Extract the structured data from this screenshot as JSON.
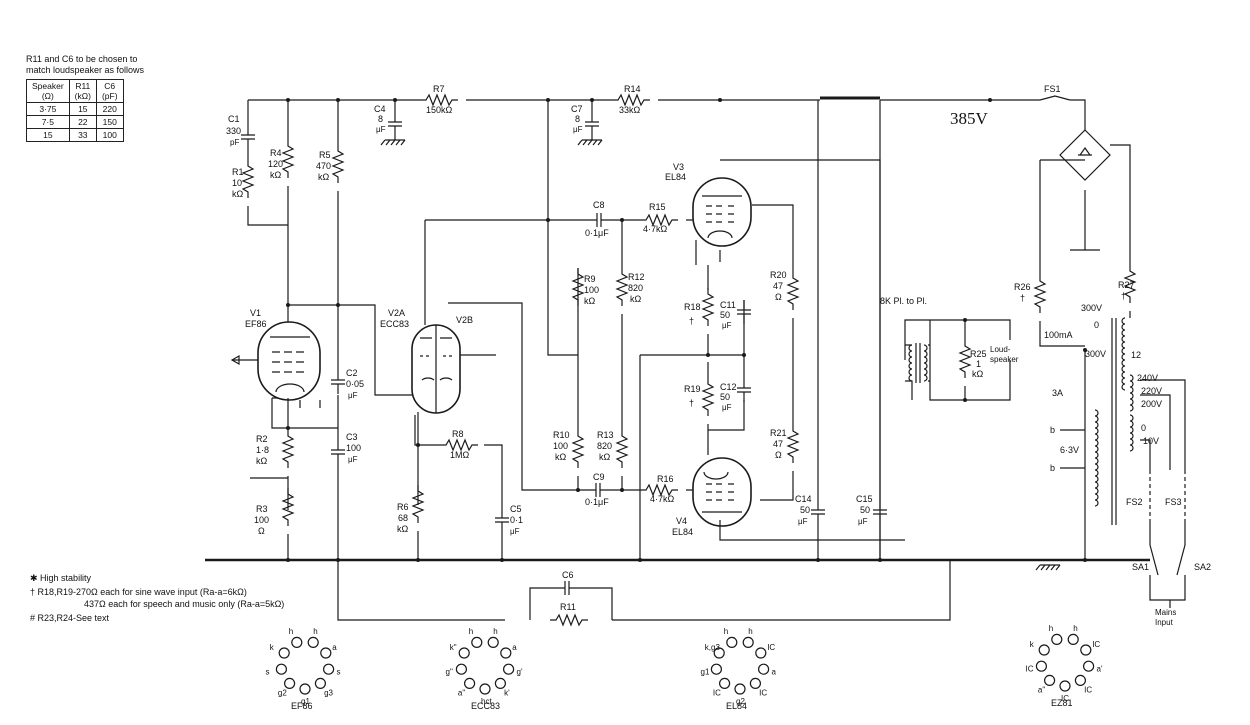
{
  "table": {
    "note": "R11 and C6 to be chosen to\nmatch loudspeaker as follows",
    "headers": [
      "Speaker\n(Ω)",
      "R11\n(kΩ)",
      "C6\n(pF)"
    ],
    "rows": [
      [
        "3·75",
        "15",
        "220"
      ],
      [
        "7·5",
        "22",
        "150"
      ],
      [
        "15",
        "33",
        "100"
      ]
    ]
  },
  "footnotes": {
    "high_stability": "✱ High stability",
    "dagger_line1": "† R18,R19-270Ω each for sine wave input (Ra-a=6kΩ)",
    "dagger_line2": "437Ω each for speech and music only (Ra-a=5kΩ)",
    "hash_note": "# R23,R24-See text"
  },
  "voltage_label": "385V",
  "tubes": {
    "V1": {
      "name": "V1",
      "type": "EF86"
    },
    "V2A": {
      "name": "V2A",
      "type": "ECC83"
    },
    "V2B": {
      "name": "V2B"
    },
    "V3": {
      "name": "V3",
      "type": "EL84"
    },
    "V4": {
      "name": "V4",
      "type": "EL84"
    }
  },
  "components": {
    "C1": [
      "C1",
      "330",
      "pF"
    ],
    "R1": [
      "R1",
      "10",
      "kΩ"
    ],
    "R4": [
      "R4",
      "120",
      "kΩ"
    ],
    "R5": [
      "R5",
      "470",
      "kΩ"
    ],
    "C4": [
      "C4",
      "8",
      "μF"
    ],
    "R7": [
      "R7",
      "150kΩ"
    ],
    "C7": [
      "C7",
      "8",
      "μF"
    ],
    "R14": [
      "R14",
      "33kΩ"
    ],
    "FS1": [
      "FS1"
    ],
    "C2": [
      "C2",
      "0·05",
      "μF"
    ],
    "C3": [
      "C3",
      "100",
      "μF"
    ],
    "R2": [
      "R2",
      "1·8",
      "kΩ"
    ],
    "R3": [
      "R3",
      "100",
      "Ω"
    ],
    "R8": [
      "R8",
      "1MΩ"
    ],
    "R6": [
      "R6",
      "68",
      "kΩ"
    ],
    "C5": [
      "C5",
      "0·1",
      "μF"
    ],
    "C8": [
      "C8",
      "0·1μF"
    ],
    "R15": [
      "R15",
      "4·7kΩ"
    ],
    "R9": [
      "R9",
      "100",
      "kΩ"
    ],
    "R12": [
      "R12",
      "820",
      "kΩ"
    ],
    "R10": [
      "R10",
      "100",
      "kΩ"
    ],
    "R13": [
      "R13",
      "820",
      "kΩ"
    ],
    "C9": [
      "C9",
      "0·1μF"
    ],
    "R16": [
      "R16",
      "4·7kΩ"
    ],
    "R18": [
      "R18",
      "†"
    ],
    "C11": [
      "C11",
      "50",
      "μF"
    ],
    "R19": [
      "R19",
      "†"
    ],
    "C12": [
      "C12",
      "50",
      "μF"
    ],
    "R20": [
      "R20",
      "47",
      "Ω"
    ],
    "R21": [
      "R21",
      "47",
      "Ω"
    ],
    "C14": [
      "C14",
      "50",
      "μF"
    ],
    "C15": [
      "C15",
      "50",
      "μF"
    ],
    "R25": [
      "R25",
      "1",
      "kΩ"
    ],
    "R26": [
      "R26",
      "†"
    ],
    "R27": [
      "R27",
      "†"
    ],
    "C6": [
      "C6"
    ],
    "R11": [
      "R11"
    ]
  },
  "transformer_labels": {
    "opt": "8K Pl. to Pl.",
    "loudspeaker": "Loud-\nspeaker",
    "t300a": "300V",
    "t300b": "300V",
    "t0": "0",
    "t12": "12",
    "t100ma": "100mA",
    "t3a": "3A",
    "t240": "240V",
    "t220": "220V",
    "t200": "200V",
    "t63": "6·3V",
    "t0b": "0",
    "t10": "10V",
    "b1": "b",
    "b2": "b",
    "fs2": "FS2",
    "fs3": "FS3",
    "sa1": "SA1",
    "sa2": "SA2",
    "mains": "Mains\nInput"
  },
  "pin_diagrams": [
    {
      "label": "EF86",
      "pins": [
        "h",
        "h",
        "a",
        "s",
        "g3",
        "g1",
        "g2",
        "s",
        "k"
      ]
    },
    {
      "label": "ECC83",
      "pins": [
        "h",
        "h",
        "a",
        "g'",
        "k'",
        "hct",
        "a\"",
        "g\"",
        "k\""
      ]
    },
    {
      "label": "EL84",
      "pins": [
        "h",
        "h",
        "IC",
        "a",
        "IC",
        "g2",
        "IC",
        "g1",
        "k,g3"
      ]
    },
    {
      "label": "EZ81",
      "pins": [
        "h",
        "h",
        "IC",
        "a'",
        "IC",
        "IC",
        "a\"",
        "IC",
        "k"
      ]
    }
  ]
}
